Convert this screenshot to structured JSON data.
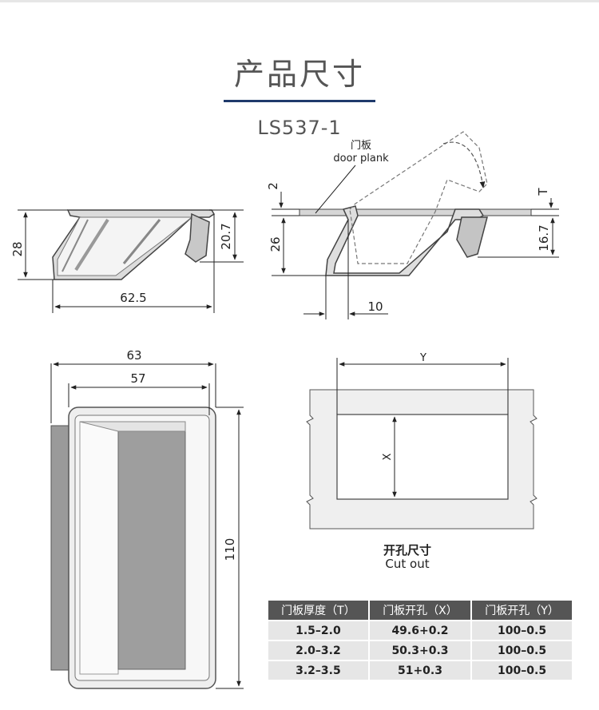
{
  "header": {
    "title": "产品尺寸",
    "model": "LS537-1"
  },
  "side_view": {
    "dim_height": "28",
    "dim_sub_height": "20.7",
    "dim_length": "62.5"
  },
  "install_view": {
    "door_plank_cn": "门板",
    "door_plank_en": "door plank",
    "dim_thickness": "2",
    "dim_depth": "26",
    "dim_t": "T",
    "dim_handle": "16.7",
    "dim_flange": "10"
  },
  "front_view": {
    "dim_outer_width": "63",
    "dim_inner_width": "57",
    "dim_height": "110"
  },
  "cutout": {
    "dim_y": "Y",
    "dim_x": "X",
    "title_cn": "开孔尺寸",
    "title_en": "Cut out"
  },
  "spec_table": {
    "headers": [
      "门板厚度（T）",
      "门板开孔（X）",
      "门板开孔（Y）"
    ],
    "rows": [
      [
        "1.5–2.0",
        "49.6+0.2",
        "100–0.5"
      ],
      [
        "2.0–3.2",
        "50.3+0.3",
        "100–0.5"
      ],
      [
        "3.2–3.5",
        "51+0.3",
        "100–0.5"
      ]
    ]
  }
}
